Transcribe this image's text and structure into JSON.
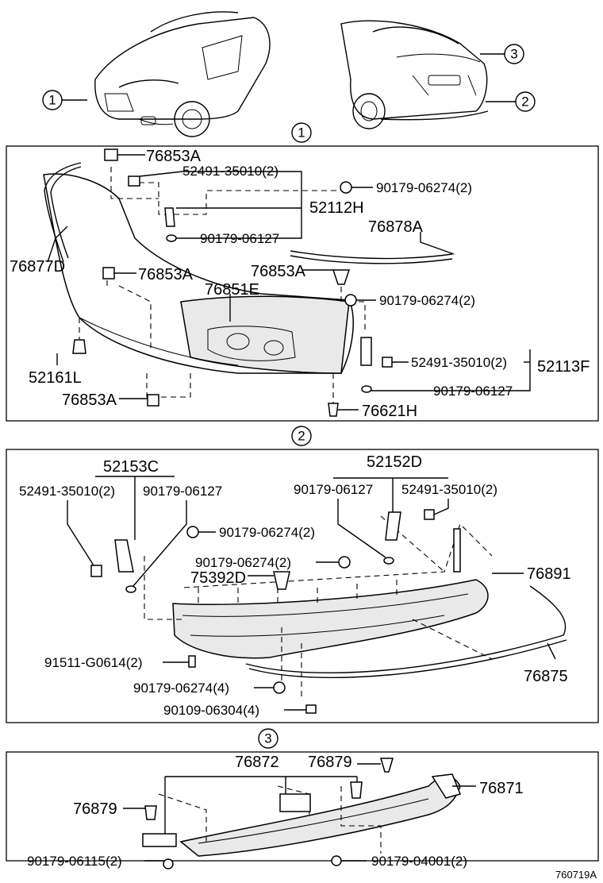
{
  "callouts": {
    "front_bumper": "1",
    "rear_bumper": "2",
    "rear_spoiler": "3"
  },
  "section1": {
    "heading": "1",
    "labels": {
      "a": "76853A",
      "b": "52491-35010(2)",
      "c": "90179-06274(2)",
      "d": "52112H",
      "e": "90179-06127",
      "f": "76878A",
      "g": "76877D",
      "h": "76853A",
      "i": "76853A",
      "j": "76851E",
      "k": "90179-06274(2)",
      "l": "52491-35010(2)",
      "m": "52113F",
      "n": "52161L",
      "o": "90179-06127",
      "p": "76853A",
      "q": "76621H"
    }
  },
  "section2": {
    "heading": "2",
    "labels": {
      "a": "52153C",
      "b": "52152D",
      "c": "52491-35010(2)",
      "d": "90179-06127",
      "e": "90179-06127",
      "f": "52491-35010(2)",
      "g": "90179-06274(2)",
      "h": "90179-06274(2)",
      "i": "75392D",
      "j": "76891",
      "k": "91511-G0614(2)",
      "l": "90179-06274(4)",
      "m": "76875",
      "n": "90109-06304(4)"
    }
  },
  "section3": {
    "heading": "3",
    "labels": {
      "a": "76872",
      "b": "76879",
      "c": "76871",
      "d": "76879",
      "e": "90179-06115(2)",
      "f": "90179-04001(2)"
    }
  },
  "diagram_code": "760719A"
}
